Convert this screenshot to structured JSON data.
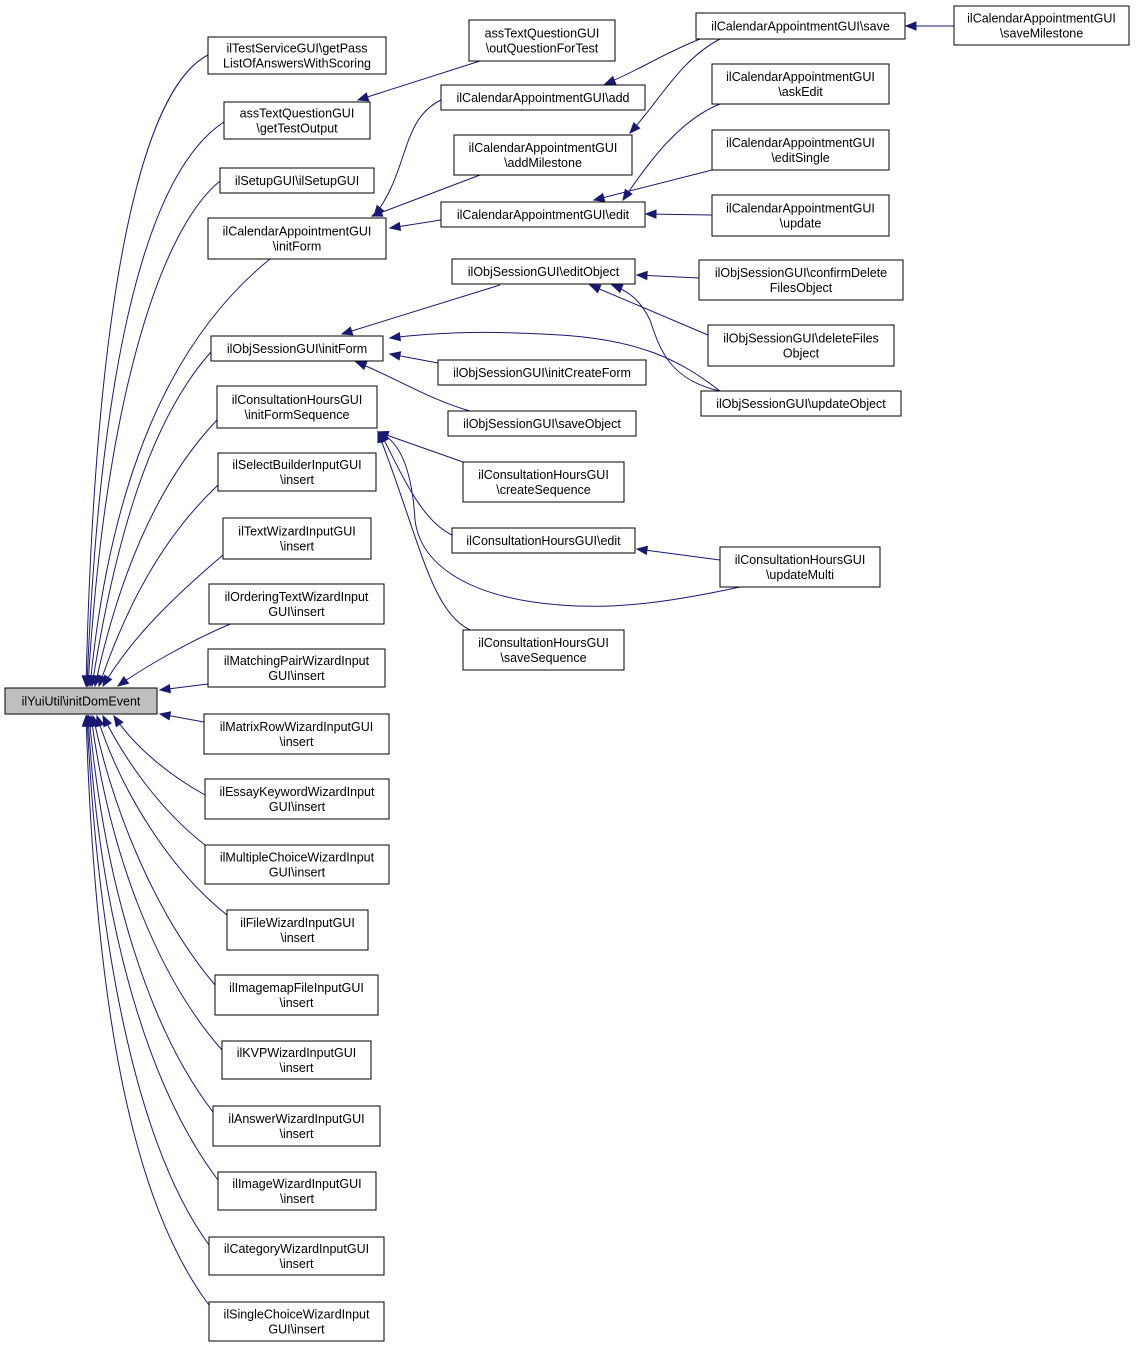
{
  "diagram": {
    "nodes": [
      {
        "id": "root",
        "lines": [
          "ilYuiUtil\\initDomEvent"
        ],
        "root": true
      },
      {
        "id": "n1",
        "lines": [
          "ilTestServiceGUI\\getPass",
          "ListOfAnswersWithScoring"
        ]
      },
      {
        "id": "n2",
        "lines": [
          "assTextQuestionGUI",
          "\\getTestOutput"
        ]
      },
      {
        "id": "n3",
        "lines": [
          "ilSetupGUI\\ilSetupGUI"
        ]
      },
      {
        "id": "n4",
        "lines": [
          "ilCalendarAppointmentGUI",
          "\\initForm"
        ]
      },
      {
        "id": "n5",
        "lines": [
          "ilObjSessionGUI\\initForm"
        ]
      },
      {
        "id": "n6",
        "lines": [
          "ilConsultationHoursGUI",
          "\\initFormSequence"
        ]
      },
      {
        "id": "n7",
        "lines": [
          "ilSelectBuilderInputGUI",
          "\\insert"
        ]
      },
      {
        "id": "n8",
        "lines": [
          "ilTextWizardInputGUI",
          "\\insert"
        ]
      },
      {
        "id": "n9",
        "lines": [
          "ilOrderingTextWizardInput",
          "GUI\\insert"
        ]
      },
      {
        "id": "n10",
        "lines": [
          "ilMatchingPairWizardInput",
          "GUI\\insert"
        ]
      },
      {
        "id": "n11",
        "lines": [
          "ilMatrixRowWizardInputGUI",
          "\\insert"
        ]
      },
      {
        "id": "n12",
        "lines": [
          "ilEssayKeywordWizardInput",
          "GUI\\insert"
        ]
      },
      {
        "id": "n13",
        "lines": [
          "ilMultipleChoiceWizardInput",
          "GUI\\insert"
        ]
      },
      {
        "id": "n14",
        "lines": [
          "ilFileWizardInputGUI",
          "\\insert"
        ]
      },
      {
        "id": "n15",
        "lines": [
          "ilImagemapFileInputGUI",
          "\\insert"
        ]
      },
      {
        "id": "n16",
        "lines": [
          "ilKVPWizardInputGUI",
          "\\insert"
        ]
      },
      {
        "id": "n17",
        "lines": [
          "ilAnswerWizardInputGUI",
          "\\insert"
        ]
      },
      {
        "id": "n18",
        "lines": [
          "ilImageWizardInputGUI",
          "\\insert"
        ]
      },
      {
        "id": "n19",
        "lines": [
          "ilCategoryWizardInputGUI",
          "\\insert"
        ]
      },
      {
        "id": "n20",
        "lines": [
          "ilSingleChoiceWizardInput",
          "GUI\\insert"
        ]
      },
      {
        "id": "c1",
        "lines": [
          "assTextQuestionGUI",
          "\\outQuestionForTest"
        ]
      },
      {
        "id": "c2",
        "lines": [
          "ilCalendarAppointmentGUI\\add"
        ]
      },
      {
        "id": "c3",
        "lines": [
          "ilCalendarAppointmentGUI",
          "\\addMilestone"
        ]
      },
      {
        "id": "c4",
        "lines": [
          "ilCalendarAppointmentGUI\\edit"
        ]
      },
      {
        "id": "c5",
        "lines": [
          "ilObjSessionGUI\\editObject"
        ]
      },
      {
        "id": "c6",
        "lines": [
          "ilObjSessionGUI\\initCreateForm"
        ]
      },
      {
        "id": "c7",
        "lines": [
          "ilObjSessionGUI\\saveObject"
        ]
      },
      {
        "id": "c8",
        "lines": [
          "ilConsultationHoursGUI",
          "\\createSequence"
        ]
      },
      {
        "id": "c9",
        "lines": [
          "ilConsultationHoursGUI\\edit"
        ]
      },
      {
        "id": "c10",
        "lines": [
          "ilConsultationHoursGUI",
          "\\saveSequence"
        ]
      },
      {
        "id": "d1",
        "lines": [
          "ilCalendarAppointmentGUI\\save"
        ]
      },
      {
        "id": "d2",
        "lines": [
          "ilCalendarAppointmentGUI",
          "\\askEdit"
        ]
      },
      {
        "id": "d3",
        "lines": [
          "ilCalendarAppointmentGUI",
          "\\editSingle"
        ]
      },
      {
        "id": "d4",
        "lines": [
          "ilCalendarAppointmentGUI",
          "\\update"
        ]
      },
      {
        "id": "d5",
        "lines": [
          "ilObjSessionGUI\\confirmDelete",
          "FilesObject"
        ]
      },
      {
        "id": "d6",
        "lines": [
          "ilObjSessionGUI\\deleteFiles",
          "Object"
        ]
      },
      {
        "id": "d7",
        "lines": [
          "ilObjSessionGUI\\updateObject"
        ]
      },
      {
        "id": "d8",
        "lines": [
          "ilConsultationHoursGUI",
          "\\updateMulti"
        ]
      },
      {
        "id": "e1",
        "lines": [
          "ilCalendarAppointmentGUI",
          "\\saveMilestone"
        ]
      }
    ],
    "edges": [
      {
        "from": "n1",
        "to": "root"
      },
      {
        "from": "n2",
        "to": "root"
      },
      {
        "from": "n3",
        "to": "root"
      },
      {
        "from": "n4",
        "to": "root"
      },
      {
        "from": "n5",
        "to": "root"
      },
      {
        "from": "n6",
        "to": "root"
      },
      {
        "from": "n7",
        "to": "root"
      },
      {
        "from": "n8",
        "to": "root"
      },
      {
        "from": "n9",
        "to": "root"
      },
      {
        "from": "n10",
        "to": "root"
      },
      {
        "from": "n11",
        "to": "root"
      },
      {
        "from": "n12",
        "to": "root"
      },
      {
        "from": "n13",
        "to": "root"
      },
      {
        "from": "n14",
        "to": "root"
      },
      {
        "from": "n15",
        "to": "root"
      },
      {
        "from": "n16",
        "to": "root"
      },
      {
        "from": "n17",
        "to": "root"
      },
      {
        "from": "n18",
        "to": "root"
      },
      {
        "from": "n19",
        "to": "root"
      },
      {
        "from": "n20",
        "to": "root"
      },
      {
        "from": "c1",
        "to": "n2"
      },
      {
        "from": "c2",
        "to": "n4"
      },
      {
        "from": "c3",
        "to": "n4"
      },
      {
        "from": "c4",
        "to": "n4"
      },
      {
        "from": "c5",
        "to": "n5"
      },
      {
        "from": "c6",
        "to": "n5"
      },
      {
        "from": "c7",
        "to": "n5"
      },
      {
        "from": "d7",
        "to": "n5"
      },
      {
        "from": "c8",
        "to": "n6"
      },
      {
        "from": "c9",
        "to": "n6"
      },
      {
        "from": "c10",
        "to": "n6"
      },
      {
        "from": "d8",
        "to": "n6"
      },
      {
        "from": "d1",
        "to": "c2"
      },
      {
        "from": "d1",
        "to": "c3"
      },
      {
        "from": "d2",
        "to": "c4"
      },
      {
        "from": "d3",
        "to": "c4"
      },
      {
        "from": "d4",
        "to": "c4"
      },
      {
        "from": "d5",
        "to": "c5"
      },
      {
        "from": "d6",
        "to": "c5"
      },
      {
        "from": "d7",
        "to": "c5"
      },
      {
        "from": "d8",
        "to": "c9"
      },
      {
        "from": "e1",
        "to": "d1"
      }
    ]
  }
}
